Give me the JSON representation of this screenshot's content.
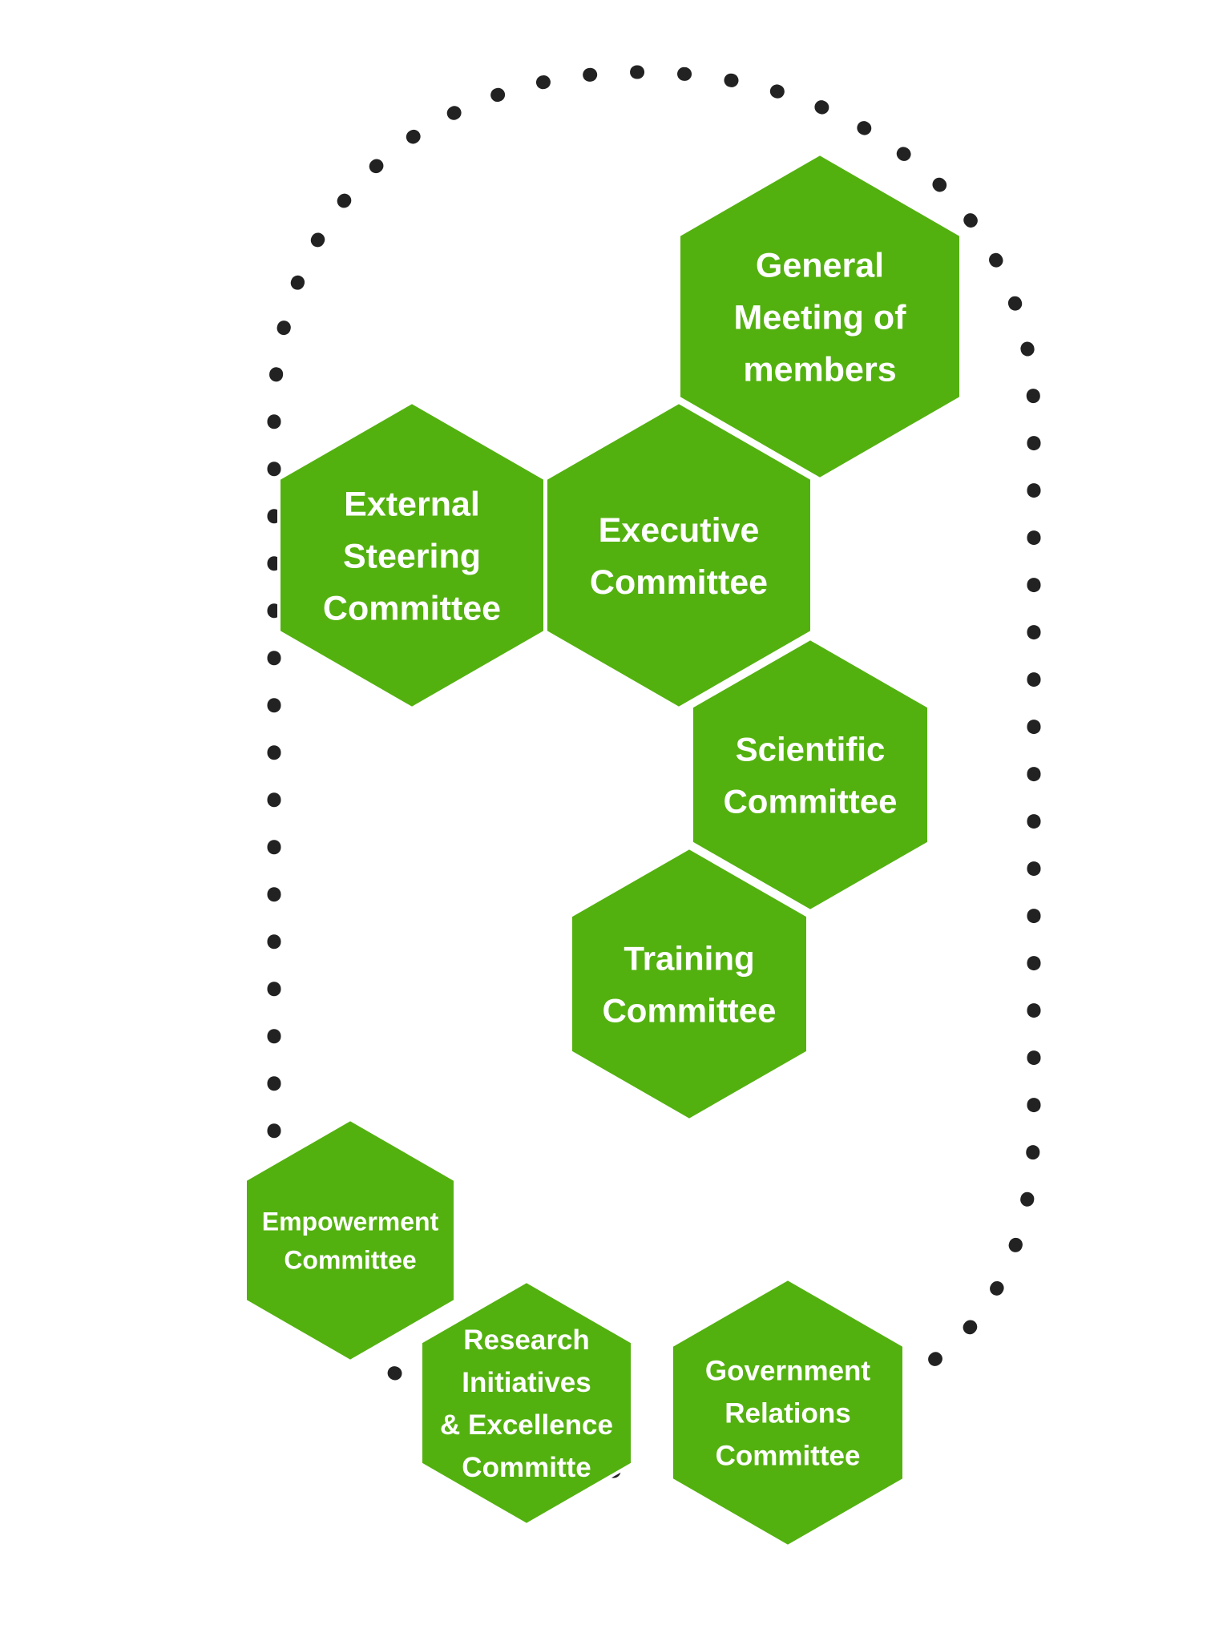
{
  "diagram": {
    "colors": {
      "hex_fill": "#53b10f",
      "hex_text": "#ffffff",
      "boundary_dots": "#222222",
      "background": "#ffffff"
    },
    "boundary": {
      "style": "dotted",
      "shape": "stadium"
    },
    "nodes": [
      {
        "id": "general-meeting",
        "lines": [
          "General",
          "Meeting of",
          "members"
        ]
      },
      {
        "id": "executive-committee",
        "lines": [
          "Executive",
          "Committee"
        ]
      },
      {
        "id": "external-steering-committee",
        "lines": [
          "External",
          "Steering",
          "Committee"
        ]
      },
      {
        "id": "scientific-committee",
        "lines": [
          "Scientific",
          "Committee"
        ]
      },
      {
        "id": "training-committee",
        "lines": [
          "Training",
          "Committee"
        ]
      },
      {
        "id": "empowerment-committee",
        "lines": [
          "Empowerment",
          "Committee"
        ]
      },
      {
        "id": "research-initiatives-committee",
        "lines": [
          "Research",
          "Initiatives",
          "& Excellence",
          "Committe"
        ]
      },
      {
        "id": "government-relations-committee",
        "lines": [
          "Government",
          "Relations",
          "Committee"
        ]
      }
    ]
  }
}
